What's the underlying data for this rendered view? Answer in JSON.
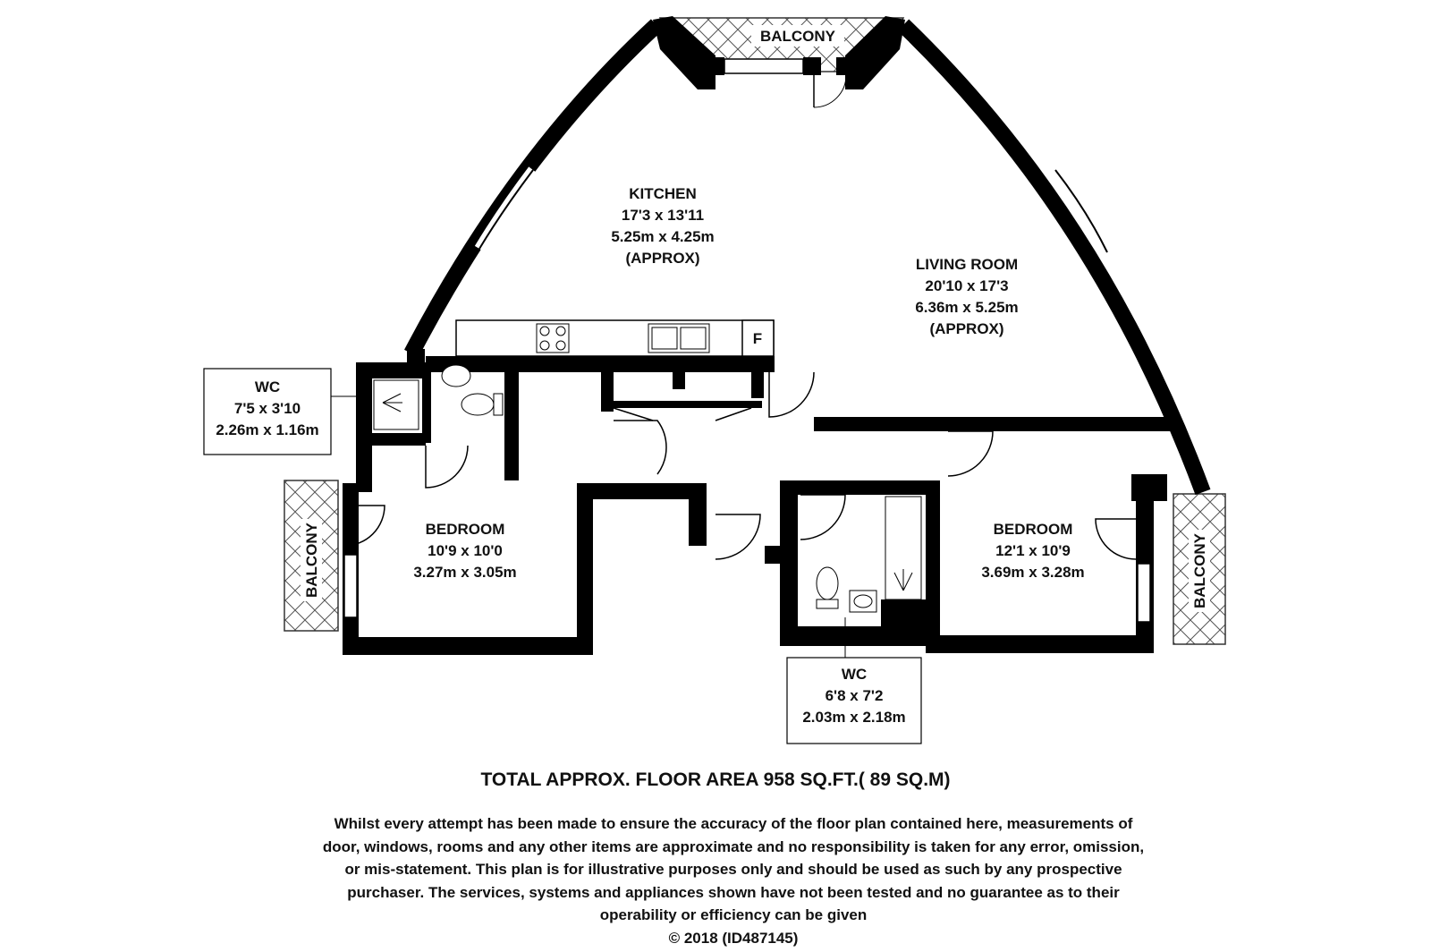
{
  "rooms": {
    "kitchen": {
      "name": "KITCHEN",
      "imperial": "17'3 x 13'11",
      "metric": "5.25m x 4.25m",
      "note": "(APPROX)"
    },
    "living_room": {
      "name": "LIVING ROOM",
      "imperial": "20'10 x 17'3",
      "metric": "6.36m x 5.25m",
      "note": "(APPROX)"
    },
    "wc_left": {
      "name": "WC",
      "imperial": "7'5 x 3'10",
      "metric": "2.26m x 1.16m"
    },
    "bedroom_left": {
      "name": "BEDROOM",
      "imperial": "10'9 x 10'0",
      "metric": "3.27m x 3.05m"
    },
    "bedroom_right": {
      "name": "BEDROOM",
      "imperial": "12'1 x 10'9",
      "metric": "3.69m x 3.28m"
    },
    "wc_bottom": {
      "name": "WC",
      "imperial": "6'8 x 7'2",
      "metric": "2.03m x 2.18m"
    }
  },
  "balconies": {
    "top": "BALCONY",
    "left": "BALCONY",
    "right": "BALCONY"
  },
  "fridge_label": "F",
  "total_area": "TOTAL APPROX. FLOOR AREA 958 SQ.FT.( 89 SQ.M)",
  "disclaimer": "Whilst every attempt has been made to ensure the accuracy of the floor plan contained here, measurements of door, windows, rooms and any other items are approximate and no responsibility is taken for any error, omission, or mis-statement. This plan is for illustrative purposes only and should be used as such by any prospective purchaser. The services, systems and appliances shown have not been tested and no guarantee as to their operability or efficiency can be given",
  "copyright": "© 2018 (ID487145)",
  "colors": {
    "wall": "#000000",
    "background": "#ffffff",
    "hatch": "#555555"
  }
}
